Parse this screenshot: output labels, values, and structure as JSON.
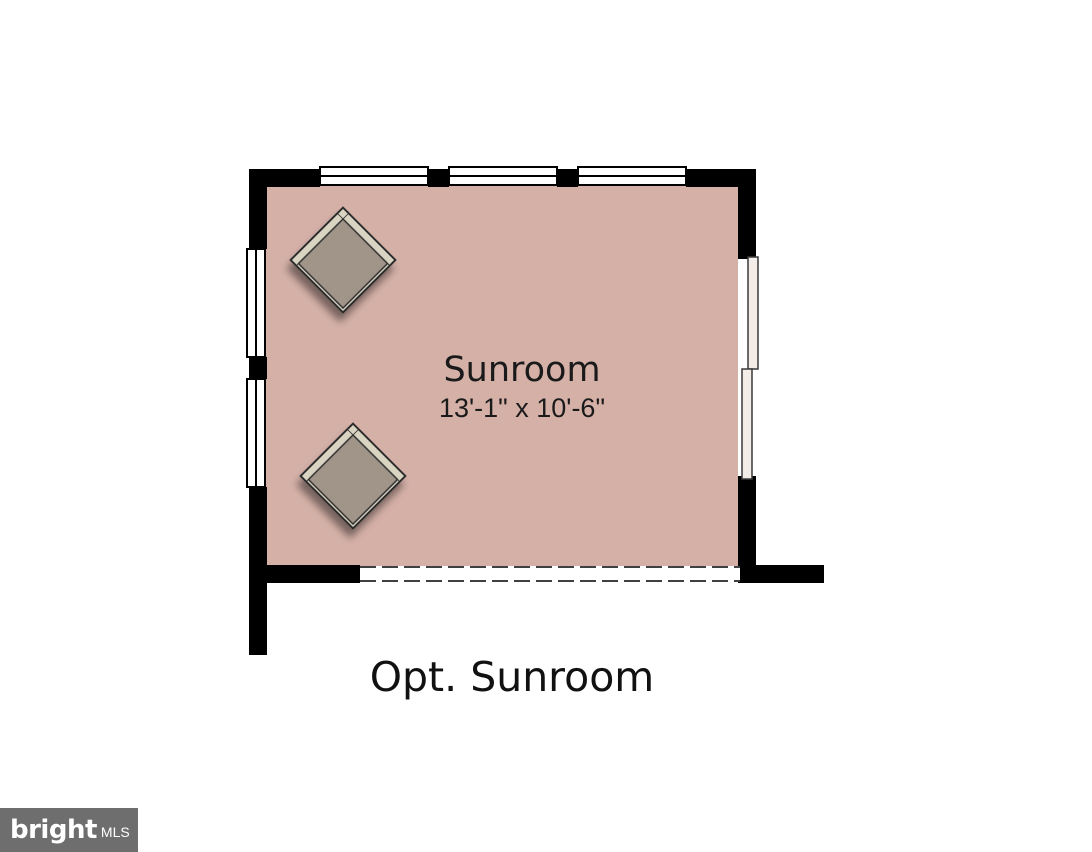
{
  "room": {
    "name": "Sunroom",
    "dimensions": "13'-1\" x 10'-6\""
  },
  "caption": "Opt. Sunroom",
  "watermark": {
    "brand": "bright",
    "suffix": "MLS"
  },
  "colors": {
    "floor": "#d4b0a7",
    "wall": "#000000",
    "chair_seat": "#9f9488",
    "chair_frame": "#d9d4c2"
  }
}
